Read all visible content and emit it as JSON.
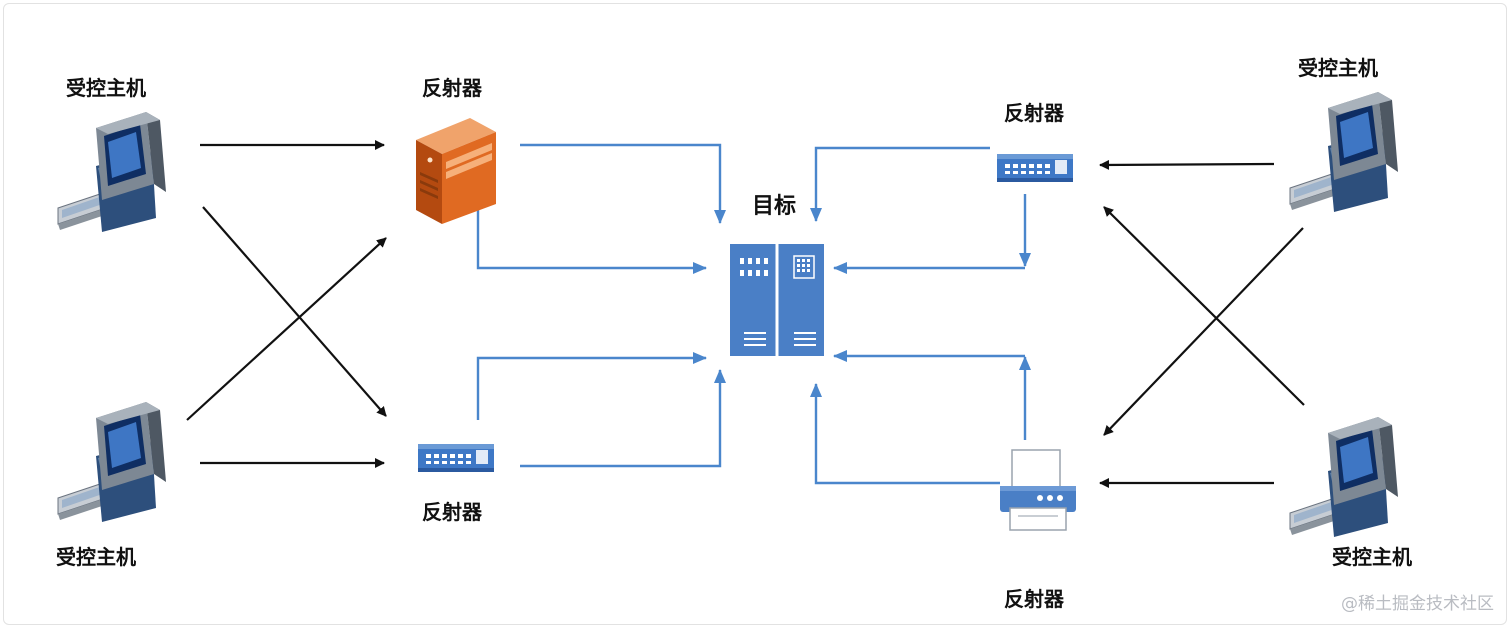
{
  "labels": {
    "host_top_left": "受控主机",
    "host_bottom_left": "受控主机",
    "host_top_right": "受控主机",
    "host_bottom_right": "受控主机",
    "reflector_top_left": "反射器",
    "reflector_bottom_left": "反射器",
    "reflector_top_right": "反射器",
    "reflector_bottom_right": "反射器",
    "target": "目标"
  },
  "watermark": "@稀土掘金技术社区",
  "colors": {
    "black_arrow": "#111111",
    "blue_arrow": "#4a86cc",
    "target_blue": "#4a7fc6",
    "server_orange": "#d4601c"
  },
  "icons": {
    "host": "computer-icon",
    "reflector_server": "server-tower-icon",
    "reflector_switch": "network-switch-icon",
    "reflector_printer": "printer-icon",
    "target": "server-cabinet-icon"
  }
}
